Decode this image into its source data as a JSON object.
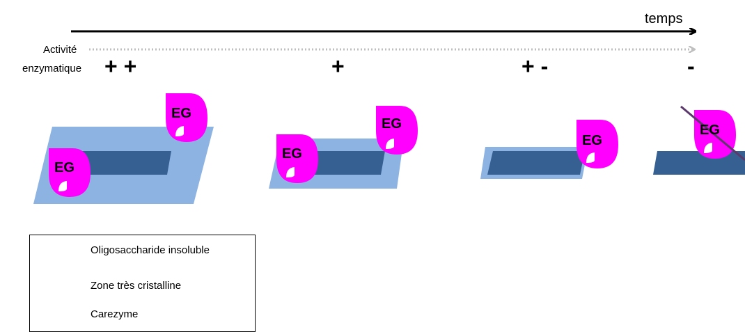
{
  "axis": {
    "time_label": "temps",
    "activity_label_line1": "Activité",
    "activity_label_line2": "enzymatique"
  },
  "activity_levels": [
    {
      "symbols": "+ +"
    },
    {
      "symbols": "+"
    },
    {
      "symbols": "+ -"
    },
    {
      "symbols": "-"
    }
  ],
  "enzyme_label": "EG",
  "legend": {
    "items": [
      {
        "label": "Oligosaccharide insoluble",
        "icon": "insoluble-oligosaccharide-icon"
      },
      {
        "label": "Zone très cristalline",
        "icon": "crystalline-zone-icon"
      },
      {
        "label": "Carezyme",
        "icon": "carezyme-enzyme-icon"
      }
    ]
  },
  "colors": {
    "light_blue": "#8DB3E2",
    "dark_blue": "#366092",
    "enzyme_magenta": "#FF00FF",
    "arrow_black": "#000000",
    "dotted_gray": "#BFBFBF",
    "strike_line": "#5B3A6B"
  }
}
